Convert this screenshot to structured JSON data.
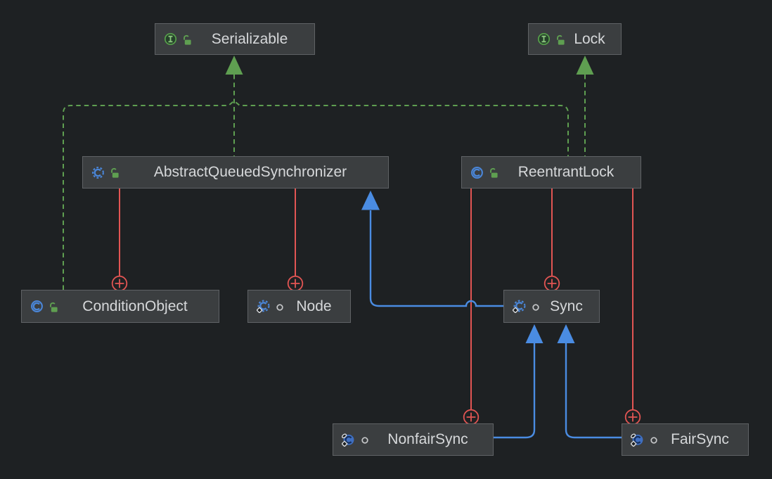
{
  "diagram": {
    "kind": "uml-class-diagram",
    "colors": {
      "background": "#1e2123",
      "node_fill": "#3b3e40",
      "node_border": "#5f6265",
      "node_text": "#d6d8da",
      "implements_edge_green": "#5f9f51",
      "extends_edge_blue": "#4a8ce2",
      "inner_class_edge_red": "#e25553"
    },
    "legend": {
      "green_dashed_arrow": "implements / realization",
      "blue_solid_arrow": "extends / inheritance",
      "red_line_circled_plus": "inner (nested) class of"
    },
    "nodes": [
      {
        "id": "serializable",
        "label": "Serializable",
        "kind": "interface",
        "icons": [
          "interface-icon",
          "unlocked-padlock-icon"
        ]
      },
      {
        "id": "lock",
        "label": "Lock",
        "kind": "interface",
        "icons": [
          "interface-icon",
          "unlocked-padlock-icon"
        ]
      },
      {
        "id": "abstract-queued-synchronizer",
        "label": "AbstractQueuedSynchronizer",
        "kind": "abstract-class",
        "icons": [
          "abstract-class-icon",
          "unlocked-padlock-icon"
        ]
      },
      {
        "id": "reentrant-lock",
        "label": "ReentrantLock",
        "kind": "class",
        "icons": [
          "class-icon",
          "unlocked-padlock-icon"
        ]
      },
      {
        "id": "condition-object",
        "label": "ConditionObject",
        "kind": "class",
        "icons": [
          "class-icon",
          "unlocked-padlock-icon"
        ]
      },
      {
        "id": "node",
        "label": "Node",
        "kind": "abstract-static-nested-class",
        "icons": [
          "abstract-static-class-icon",
          "package-private-icon"
        ]
      },
      {
        "id": "sync",
        "label": "Sync",
        "kind": "abstract-static-nested-class",
        "icons": [
          "abstract-static-class-icon",
          "package-private-icon"
        ]
      },
      {
        "id": "nonfair-sync",
        "label": "NonfairSync",
        "kind": "final-static-nested-class",
        "icons": [
          "final-static-class-icon",
          "package-private-icon"
        ]
      },
      {
        "id": "fair-sync",
        "label": "FairSync",
        "kind": "final-static-nested-class",
        "icons": [
          "final-static-class-icon",
          "package-private-icon"
        ]
      }
    ],
    "edges": [
      {
        "from": "AbstractQueuedSynchronizer",
        "to": "Serializable",
        "type": "implements"
      },
      {
        "from": "ConditionObject",
        "to": "Serializable",
        "type": "implements"
      },
      {
        "from": "ReentrantLock",
        "to": "Serializable",
        "type": "implements"
      },
      {
        "from": "ReentrantLock",
        "to": "Lock",
        "type": "implements"
      },
      {
        "from": "Sync",
        "to": "AbstractQueuedSynchronizer",
        "type": "extends"
      },
      {
        "from": "NonfairSync",
        "to": "Sync",
        "type": "extends"
      },
      {
        "from": "FairSync",
        "to": "Sync",
        "type": "extends"
      },
      {
        "from": "AbstractQueuedSynchronizer",
        "to": "ConditionObject",
        "type": "inner-class"
      },
      {
        "from": "AbstractQueuedSynchronizer",
        "to": "Node",
        "type": "inner-class"
      },
      {
        "from": "ReentrantLock",
        "to": "Sync",
        "type": "inner-class"
      },
      {
        "from": "ReentrantLock",
        "to": "NonfairSync",
        "type": "inner-class"
      },
      {
        "from": "ReentrantLock",
        "to": "FairSync",
        "type": "inner-class"
      }
    ]
  }
}
